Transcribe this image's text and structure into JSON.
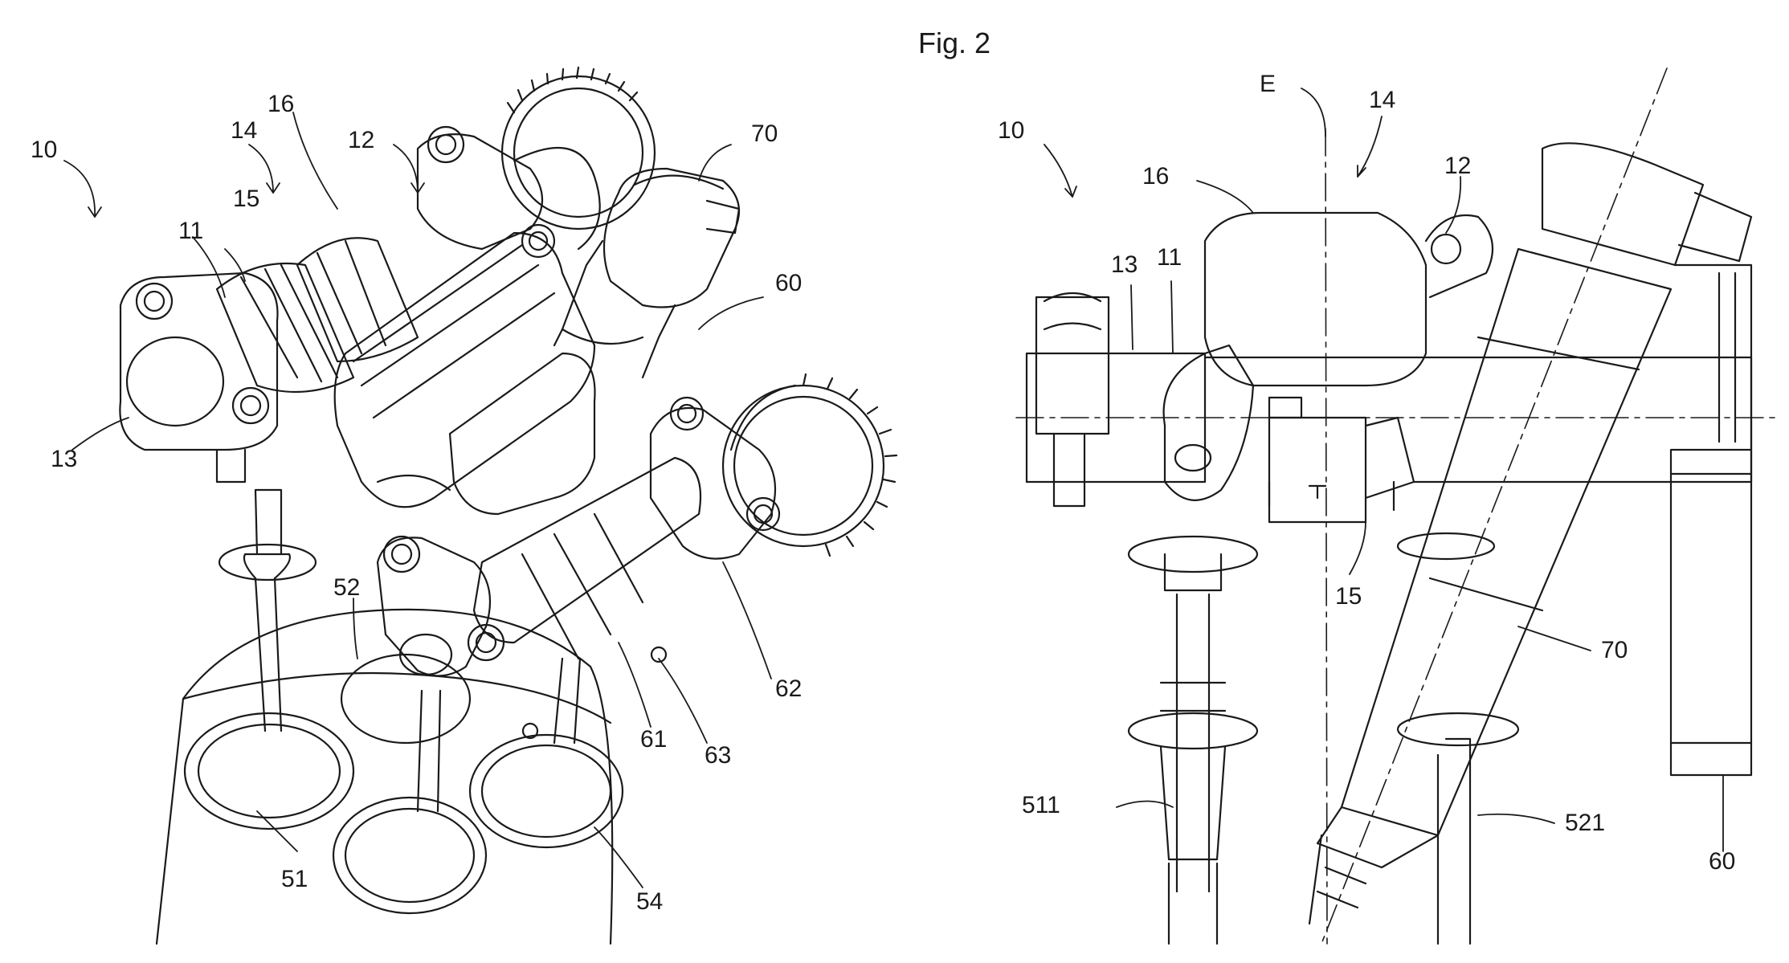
{
  "figure_title": "Fig. 2",
  "left_view": {
    "labels": [
      "10",
      "14",
      "16",
      "12",
      "70",
      "15",
      "11",
      "60",
      "13",
      "52",
      "62",
      "61",
      "63",
      "51",
      "54"
    ]
  },
  "right_view": {
    "labels": [
      "E",
      "14",
      "10",
      "16",
      "12",
      "13",
      "11",
      "15",
      "70",
      "511",
      "521",
      "60"
    ]
  },
  "colors": {
    "line": "#1a1a1a",
    "background": "#ffffff"
  }
}
